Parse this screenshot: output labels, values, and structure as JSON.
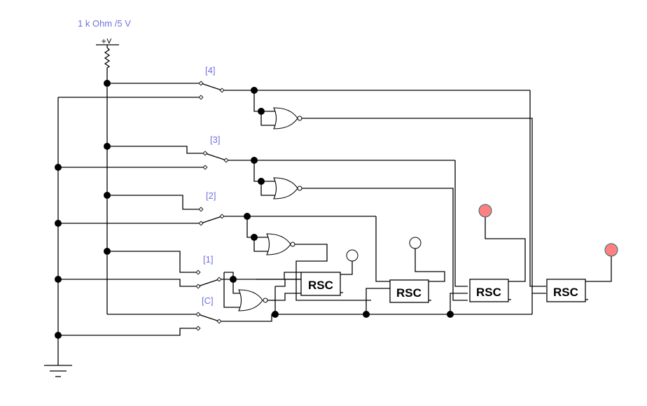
{
  "diagram": {
    "supply_label": "1 k Ohm /5 V",
    "supply_symbol": "+V",
    "switches": [
      {
        "id": "sw4",
        "label": "[4]"
      },
      {
        "id": "sw3",
        "label": "[3]"
      },
      {
        "id": "sw2",
        "label": "[2]"
      },
      {
        "id": "sw1",
        "label": "[1]"
      },
      {
        "id": "swC",
        "label": "[C]"
      }
    ],
    "flipflops": [
      {
        "id": "rsc1",
        "label": "RSC",
        "lamp": "off"
      },
      {
        "id": "rsc2",
        "label": "RSC",
        "lamp": "off"
      },
      {
        "id": "rsc3",
        "label": "RSC",
        "lamp": "on"
      },
      {
        "id": "rsc4",
        "label": "RSC",
        "lamp": "on"
      }
    ],
    "gates": [
      {
        "id": "nor4",
        "type": "NOR"
      },
      {
        "id": "nor3",
        "type": "NOR"
      },
      {
        "id": "nor2",
        "type": "NOR"
      },
      {
        "id": "norC",
        "type": "NOR"
      }
    ],
    "colors": {
      "wire": "#000000",
      "label": "#7070e0",
      "lamp_on_fill": "#ff8080",
      "lamp_on_stroke": "#207070",
      "lamp_off_fill": "#ffffff",
      "lamp_off_stroke": "#000000"
    }
  }
}
